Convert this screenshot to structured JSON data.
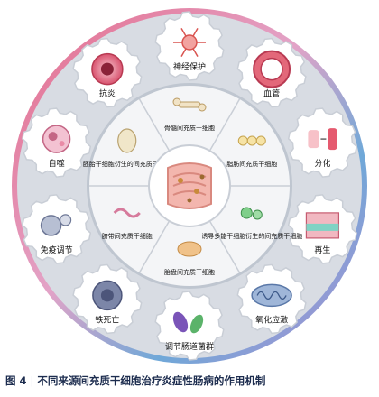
{
  "figure": {
    "number": "图 4",
    "separator": "|",
    "title": "不同来源间充质干细胞治疗炎症性肠病的作用机制"
  },
  "outer_ring": {
    "items": [
      {
        "label": "神经保护",
        "icon": "neuron-icon"
      },
      {
        "label": "血管",
        "icon": "blood-vessel-icon"
      },
      {
        "label": "分化",
        "icon": "differentiation-icon"
      },
      {
        "label": "再生",
        "icon": "tissue-regeneration-icon"
      },
      {
        "label": "氧化应激",
        "icon": "mitochondria-icon"
      },
      {
        "label": "调节肠道菌群",
        "icon": "gut-bacteria-icon"
      },
      {
        "label": "铁死亡",
        "icon": "dying-cell-icon"
      },
      {
        "label": "免疫调节",
        "icon": "immune-cell-icon"
      },
      {
        "label": "自噬",
        "icon": "autophagy-cell-icon"
      },
      {
        "label": "抗炎",
        "icon": "inflamed-cell-icon"
      }
    ]
  },
  "inner_ring": {
    "center_icon": "intestine-icon",
    "items": [
      {
        "label": "骨髓间充质干细胞",
        "icon": "bone-icon"
      },
      {
        "label": "脂肪间充质干细胞",
        "icon": "adipose-tissue-icon"
      },
      {
        "label": "诱导多能干细胞衍生的间充质干细胞",
        "icon": "stem-cell-icon"
      },
      {
        "label": "胎盘间充质干细胞",
        "icon": "placenta-icon"
      },
      {
        "label": "脐带间充质干细胞",
        "icon": "umbilical-cord-icon"
      },
      {
        "label": "胚胎干细胞衍生的间充质干细胞",
        "icon": "embryo-icon"
      }
    ]
  },
  "colors": {
    "outer_ring": "#d8dce3",
    "gear": "#ffffff",
    "gear_stroke": "#c9ced6",
    "inner_ring": "#eef0f3",
    "center_bg": "#fbe7e4",
    "gradient_start": "#e56b8a",
    "gradient_mid": "#6fa8d8",
    "gradient_end": "#b48dd1",
    "text": "#111111"
  }
}
